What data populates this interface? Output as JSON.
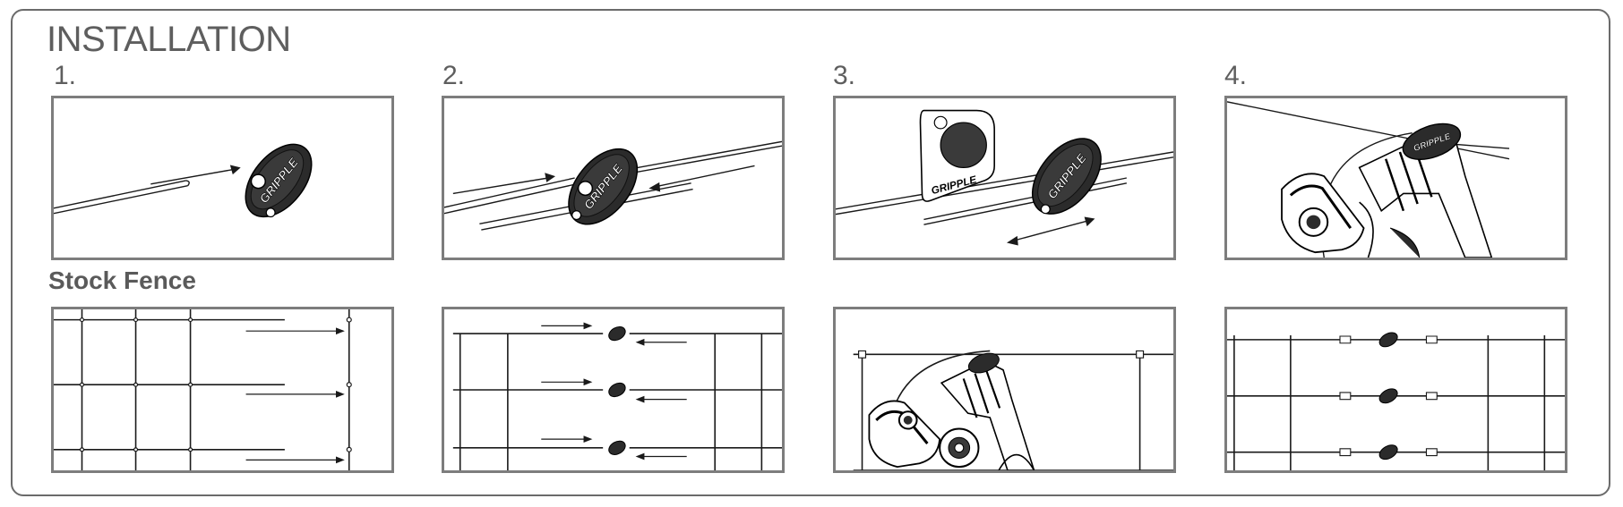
{
  "page": {
    "title": "INSTALLATION",
    "subtitle": "Stock Fence"
  },
  "steps": [
    {
      "number": "1."
    },
    {
      "number": "2."
    },
    {
      "number": "3."
    },
    {
      "number": "4."
    }
  ],
  "device": {
    "brand_mark": "GRIPPLE",
    "tool_mark": "GRIPPLE"
  },
  "colors": {
    "frame": "#6b6b6b",
    "panel_border": "#7d7d7d",
    "line_art": "#1a1a1a",
    "text": "#555555"
  }
}
